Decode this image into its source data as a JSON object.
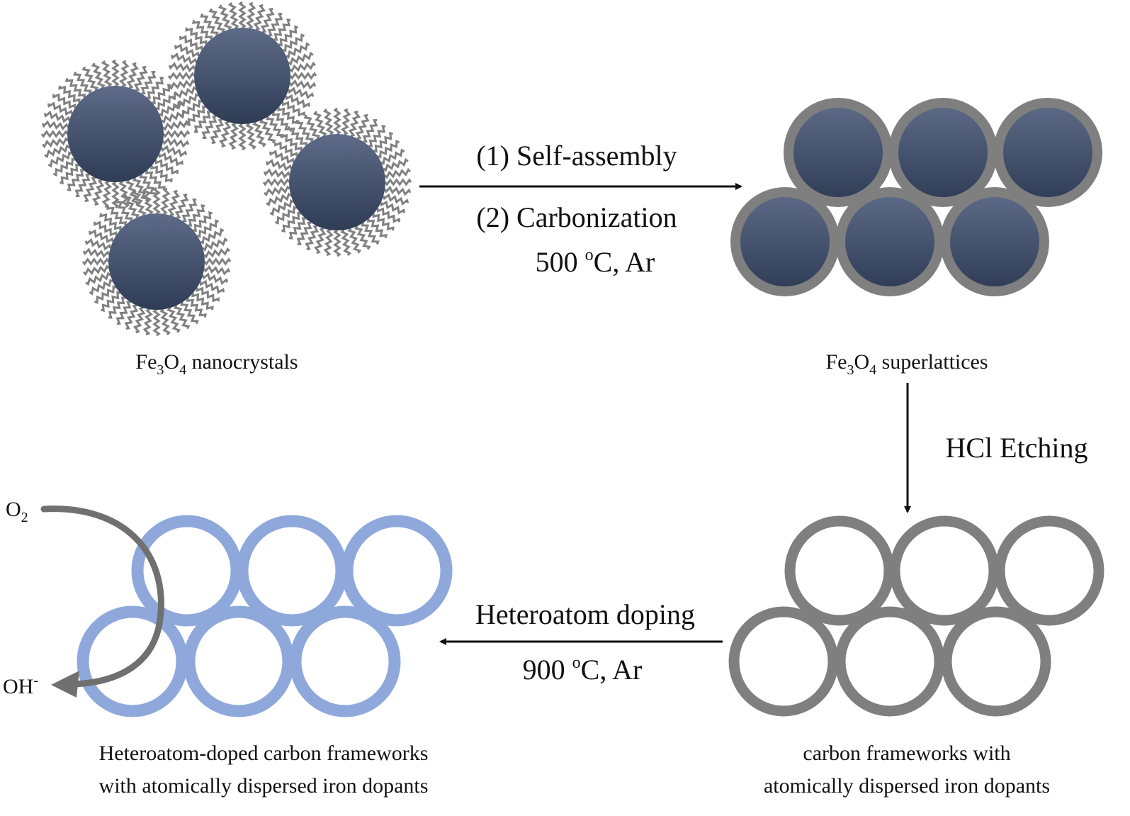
{
  "diagram": {
    "step_top": {
      "line1": "(1) Self-assembly",
      "line2": "(2) Carbonization",
      "cond_num": "500 ",
      "cond_sup": "o",
      "cond_rest": "C, Ar"
    },
    "step_right": {
      "label": "HCl Etching"
    },
    "step_bottom": {
      "line1": "Heteroatom doping",
      "cond_num": "900 ",
      "cond_sup": "o",
      "cond_rest": "C, Ar"
    },
    "nanocrystals": {
      "p1": "Fe",
      "s1": "3",
      "p2": "O",
      "s2": "4",
      "p3": " nanocrystals"
    },
    "superlattices": {
      "p1": "Fe",
      "s1": "3",
      "p2": "O",
      "s2": "4",
      "p3": " superlattices"
    },
    "carbon_frameworks": {
      "line1": "carbon frameworks with",
      "line2": "atomically dispersed iron dopants"
    },
    "doped_frameworks": {
      "line1": "Heteroatom-doped carbon frameworks",
      "line2": "with atomically dispersed iron dopants"
    },
    "orr": {
      "reactant_base": "O",
      "reactant_sub": "2",
      "product_base": "OH",
      "product_sup": "-"
    },
    "colors": {
      "core": "#3b4a66",
      "ligand": "#808080",
      "shell": "#7f7f7f",
      "doped_shell": "#8fa8dc",
      "arrow": "#111111"
    }
  }
}
